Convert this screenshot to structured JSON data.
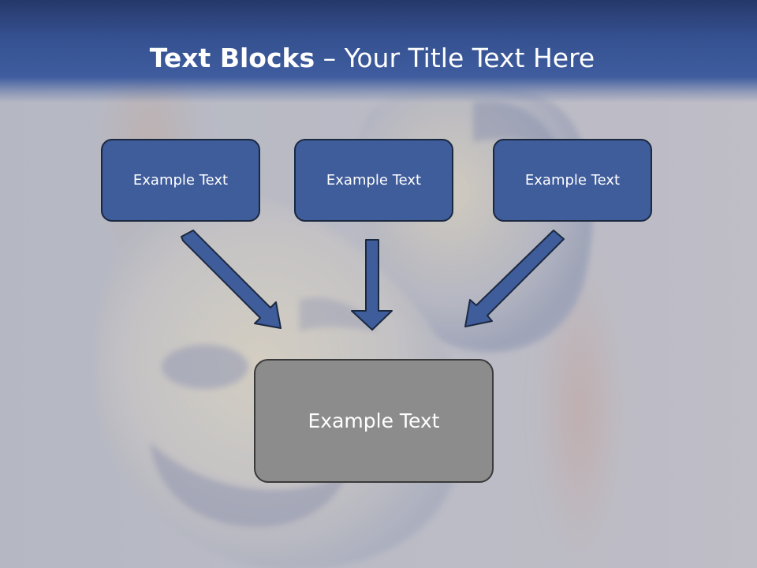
{
  "slide": {
    "title_bold": "Text Blocks",
    "title_rest": " – Your Title Text Here",
    "blocks": [
      {
        "label": "Example Text"
      },
      {
        "label": "Example Text"
      },
      {
        "label": "Example Text"
      }
    ],
    "main_block": {
      "label": "Example Text"
    }
  },
  "colors": {
    "header": "#3f5d9f",
    "box_fill": "#3f5c9b",
    "main_box_fill": "#8c8c8c",
    "arrow_fill": "#3f5c9b",
    "text": "#ffffff"
  }
}
